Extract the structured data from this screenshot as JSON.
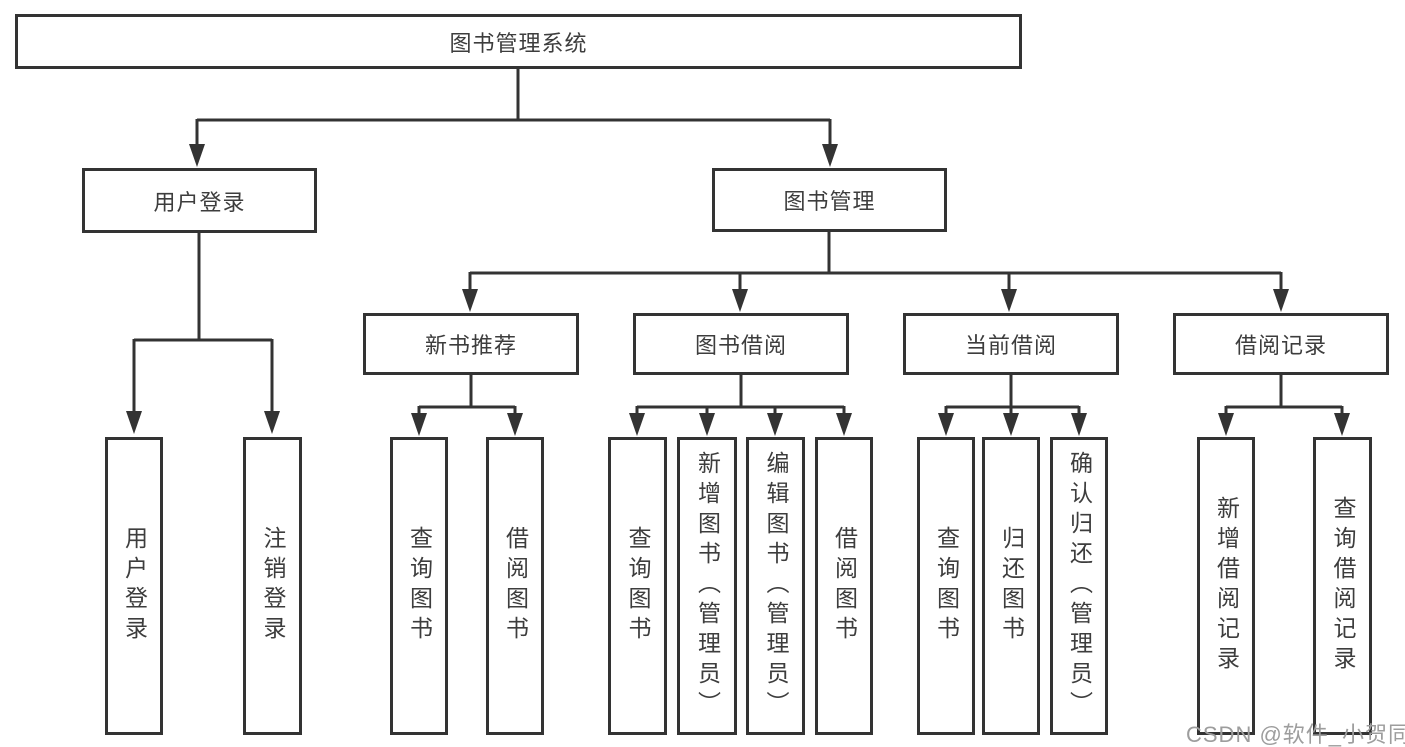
{
  "diagram_title": "图书管理系统",
  "tree": {
    "root": {
      "label": "图书管理系统"
    },
    "children": [
      {
        "label": "用户登录",
        "children": [
          {
            "label": "用户登录"
          },
          {
            "label": "注销登录"
          }
        ]
      },
      {
        "label": "图书管理",
        "children": [
          {
            "label": "新书推荐",
            "children": [
              {
                "label": "查询图书"
              },
              {
                "label": "借阅图书"
              }
            ]
          },
          {
            "label": "图书借阅",
            "children": [
              {
                "label": "查询图书"
              },
              {
                "label": "新增图书（管理员）"
              },
              {
                "label": "编辑图书（管理员）"
              },
              {
                "label": "借阅图书"
              }
            ]
          },
          {
            "label": "当前借阅",
            "children": [
              {
                "label": "查询图书"
              },
              {
                "label": "归还图书"
              },
              {
                "label": "确认归还（管理员）"
              }
            ]
          },
          {
            "label": "借阅记录",
            "children": [
              {
                "label": "新增借阅记录"
              },
              {
                "label": "查询借阅记录"
              }
            ]
          }
        ]
      }
    ]
  },
  "watermark": {
    "text": "CSDN @软件_小贺同学"
  },
  "colors": {
    "line": "#333333",
    "box_border": "#333333",
    "text": "#3d3d3d",
    "watermark": "#9d9d9d",
    "background": "#ffffff"
  }
}
